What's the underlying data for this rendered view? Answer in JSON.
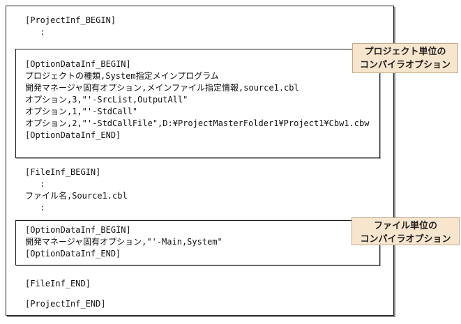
{
  "content": {
    "top_lines": [
      "[ProjectInf_BEGIN]",
      "   :"
    ],
    "project_option_lines": [
      "[OptionDataInf_BEGIN]",
      "プロジェクトの種類,System指定メインプログラム",
      "開発マネージャ固有オプション,メインファイル指定情報,source1.cbl",
      "オプション,3,\"'-SrcList,OutputAll\"",
      "オプション,1,\"'-StdCall\"",
      "オプション,2,\"'-StdCallFile\",D:¥ProjectMasterFolder1¥Project1¥Cbw1.cbw",
      "[OptionDataInf_END]"
    ],
    "file_inf_lines": [
      "[FileInf_BEGIN]",
      "   :",
      "ファイル名,Source1.cbl",
      "   :"
    ],
    "file_option_lines": [
      "[OptionDataInf_BEGIN]",
      "開発マネージャ固有オプション,\"'-Main,System\"",
      "[OptionDataInf_END]"
    ],
    "file_inf_end": "[FileInf_END]",
    "project_inf_end": "[ProjectInf_END]"
  },
  "callouts": {
    "project": {
      "line1": "プロジェクト単位の",
      "line2": "コンパイラオプション"
    },
    "file": {
      "line1": "ファイル単位の",
      "line2": "コンパイラオプション"
    }
  },
  "colors": {
    "callout_background": "#f8e5cd",
    "callout_border": "#bfa98c",
    "box_border": "#1c1c1c",
    "box_shadow": "#8a8a8a",
    "text": "#111111"
  }
}
